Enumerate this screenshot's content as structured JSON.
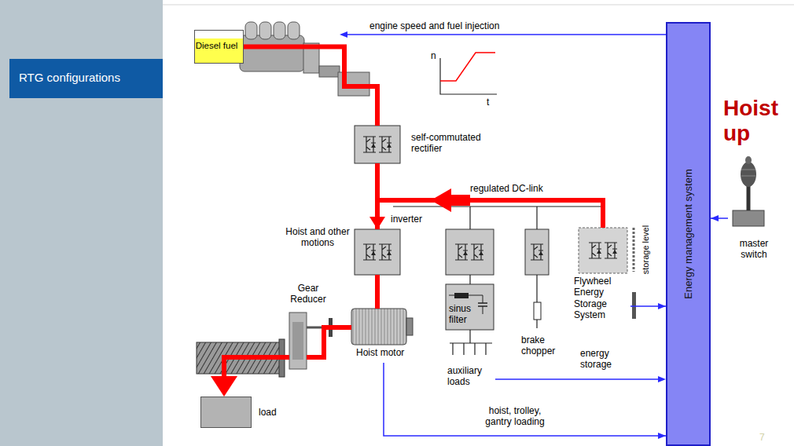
{
  "diagram": {
    "nodes": [
      {
        "text": [
          "RTG configurations"
        ]
      },
      {
        "text": [
          "Diesel fuel"
        ]
      },
      {
        "text": [
          "self-commutated rectifier"
        ]
      },
      {
        "text": [
          "inverter",
          "Hoist and other motions"
        ]
      },
      {
        "text": [
          "sinus filter"
        ]
      },
      {
        "text": [
          "brake chopper"
        ]
      },
      {
        "text": [
          "Flywheel Energy Storage System"
        ]
      },
      {
        "text": [
          "Gear Reducer"
        ]
      },
      {
        "text": [
          "Hoist motor"
        ]
      },
      {
        "text": [
          "load"
        ]
      },
      {
        "text": [
          "Energy management system"
        ]
      },
      {
        "text": [
          "master switch"
        ]
      }
    ],
    "edges": [
      {
        "from": 1,
        "to": 2,
        "arrow": "none"
      },
      {
        "from": 2,
        "to": 3,
        "arrow": "none"
      },
      {
        "from": 3,
        "to": 8,
        "arrow": "none"
      },
      {
        "from": 8,
        "to": 7,
        "arrow": "none"
      },
      {
        "from": 7,
        "to": 9,
        "arrow": "to"
      },
      {
        "from": 6,
        "to": 3,
        "label": "regulated DC-link",
        "arrow": "to"
      },
      {
        "from": 11,
        "to": 10,
        "arrow": "to"
      },
      {
        "from": 6,
        "to": 10,
        "arrow": "to"
      },
      {
        "from": 8,
        "to": 10,
        "label": "hoist, trolley, gantry loading",
        "arrow": "to"
      }
    ],
    "labels": [
      "engine speed and fuel injection",
      "n",
      "t",
      "auxiliary loads",
      "storage level",
      "energy storage",
      "Hoist up",
      "7"
    ]
  }
}
